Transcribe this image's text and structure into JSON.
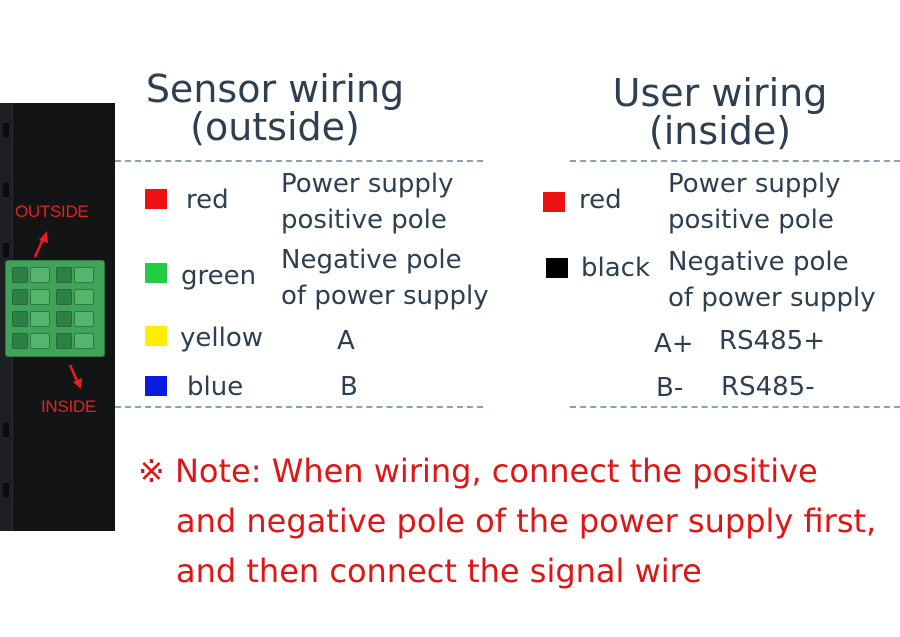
{
  "device": {
    "outside_label": "OUTSIDE",
    "inside_label": "INSIDE"
  },
  "sensor": {
    "title_line1": "Sensor wiring",
    "title_line2": "(outside)",
    "rows": [
      {
        "color_name": "red",
        "swatch": "#ee1111",
        "desc1": "Power supply",
        "desc2": "positive pole"
      },
      {
        "color_name": "green",
        "swatch": "#22cc44",
        "desc1": "Negative pole",
        "desc2": "of power supply"
      },
      {
        "color_name": "yellow",
        "swatch": "#ffee00",
        "desc1": "A",
        "desc2": ""
      },
      {
        "color_name": "blue",
        "swatch": "#0a1adf",
        "desc1": "B",
        "desc2": ""
      }
    ]
  },
  "user": {
    "title_line1": "User wiring",
    "title_line2": "(inside)",
    "rows": [
      {
        "color_name": "red",
        "swatch": "#ee1111",
        "desc1": "Power supply",
        "desc2": "positive pole"
      },
      {
        "color_name": "black",
        "swatch": "#000000",
        "desc1": "Negative pole",
        "desc2": "of power supply"
      },
      {
        "color_name": "A+",
        "swatch": "",
        "desc1": "RS485+",
        "desc2": ""
      },
      {
        "color_name": "B-",
        "swatch": "",
        "desc1": "RS485-",
        "desc2": ""
      }
    ]
  },
  "note": {
    "line1": "※ Note: When wiring, connect the positive",
    "line2": "and negative pole of the power supply first,",
    "line3": "and then connect the signal wire"
  },
  "colors": {
    "accent_red": "#e01515",
    "dash": "#8aa2b8",
    "text": "#2f3f52"
  }
}
